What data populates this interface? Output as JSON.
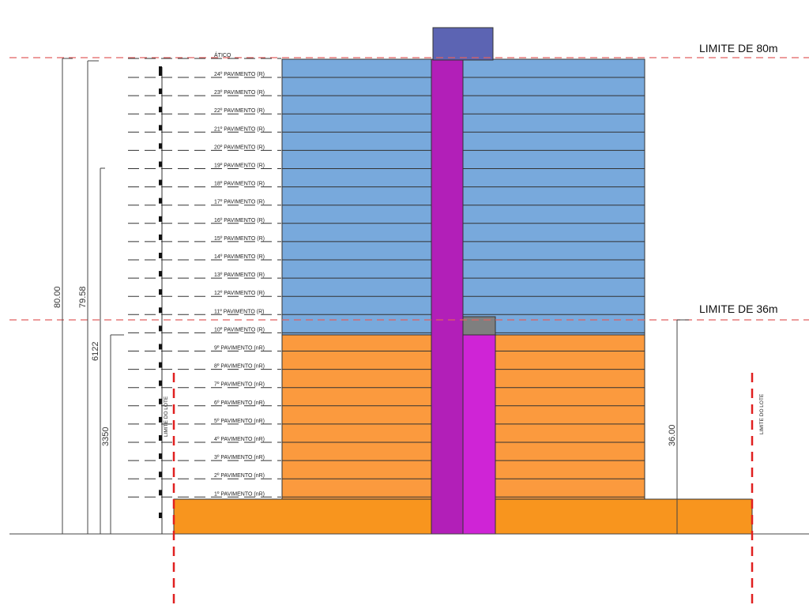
{
  "limits": {
    "top": "LIMITE DE 80m",
    "mid": "LIMITE DE 36m"
  },
  "dimensions": {
    "d1": "80.00",
    "d2": "79.58",
    "d3": "6122",
    "d4": "3350",
    "d5": "36.00"
  },
  "lot_labels": {
    "left": "LIMITE DO LOTE",
    "right": "LIMITE DO LOTE"
  },
  "floors": [
    "ÁTICO",
    "24º PAVIMENTO (R)",
    "23º PAVIMENTO (R)",
    "22º PAVIMENTO (R)",
    "21º PAVIMENTO (R)",
    "20º PAVIMENTO (R)",
    "19º PAVIMENTO (R)",
    "18º PAVIMENTO (R)",
    "17º PAVIMENTO (R)",
    "16º PAVIMENTO (R)",
    "15º PAVIMENTO (R)",
    "14º PAVIMENTO (R)",
    "13º PAVIMENTO (R)",
    "12º PAVIMENTO (R)",
    "11º PAVIMENTO (R)",
    "10º PAVIMENTO (R)",
    "9º PAVIMENTO (nR)",
    "8º PAVIMENTO (nR)",
    "7º PAVIMENTO (nR)",
    "6º PAVIMENTO (nR)",
    "5º PAVIMENTO (nR)",
    "4º PAVIMENTO (nR)",
    "3º PAVIMENTO (nR)",
    "2º PAVIMENTO (nR)",
    "1º PAVIMENTO (nR)"
  ],
  "colors": {
    "residential": "#78a9dc",
    "non_residential": "#fb9a3e",
    "base": "#f8951e",
    "core": "#b21fb8",
    "core_lower": "#cf24d6",
    "attic": "#5c64b3",
    "machine_room": "#7f7f7f",
    "limit_line": "#e06060",
    "lot_line": "#e02020"
  }
}
